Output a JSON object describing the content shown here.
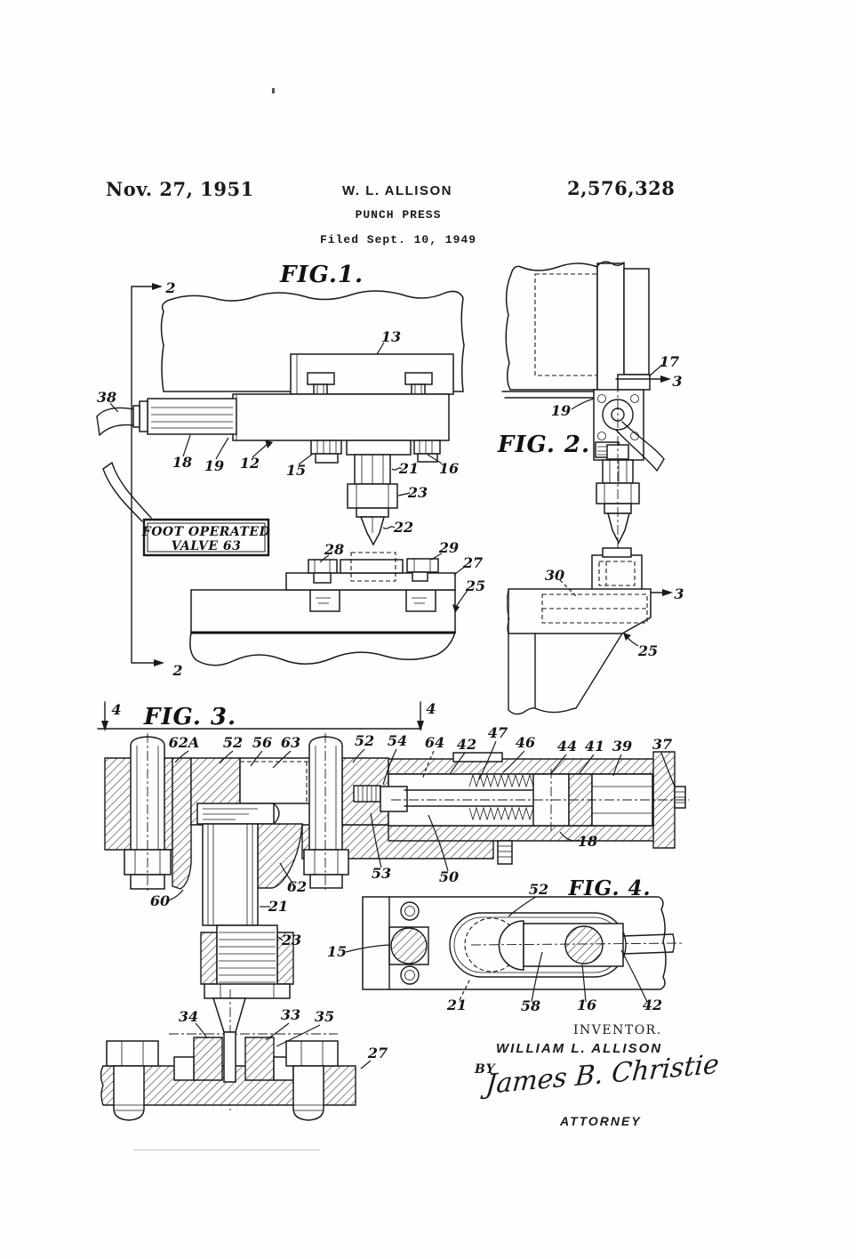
{
  "header": {
    "date": "Nov. 27, 1951",
    "author": "W. L. ALLISON",
    "patent_number": "2,576,328",
    "doc_title": "PUNCH PRESS",
    "filed": "Filed Sept. 10, 1949"
  },
  "fig1": {
    "title": "FIG.1.",
    "section_marker_top": "2",
    "section_marker_bottom": "2",
    "valve_box_line1": "FOOT OPERATED",
    "valve_box_line2": "VALVE 63",
    "labels": {
      "l13": "13",
      "l38": "38",
      "l18": "18",
      "l19": "19",
      "l12": "12",
      "l15": "15",
      "l21": "21",
      "l16": "16",
      "l23": "23",
      "l22": "22",
      "l28": "28",
      "l29": "29",
      "l27": "27",
      "l25": "25"
    }
  },
  "fig2": {
    "title": "FIG. 2.",
    "labels": {
      "l17": "17",
      "l3top": "3",
      "l19": "19",
      "l30": "30",
      "l3bot": "3",
      "l25": "25"
    }
  },
  "fig3": {
    "title": "FIG. 3.",
    "section_marker_left": "4",
    "section_marker_right": "4",
    "labels": {
      "l62A": "62A",
      "l52a": "52",
      "l56": "56",
      "l63": "63",
      "l52b": "52",
      "l54": "54",
      "l64": "64",
      "l42": "42",
      "l47": "47",
      "l46": "46",
      "l44": "44",
      "l41": "41",
      "l39": "39",
      "l37": "37",
      "l18": "18",
      "l53": "53",
      "l50": "50",
      "l60": "60",
      "l62": "62",
      "l21": "21",
      "l23": "23",
      "l34": "34",
      "l33": "33",
      "l35": "35",
      "l27": "27"
    }
  },
  "fig4": {
    "title": "FIG. 4.",
    "labels": {
      "l52": "52",
      "l15": "15",
      "l21": "21",
      "l58": "58",
      "l16": "16",
      "l42": "42"
    }
  },
  "signature": {
    "inventor_caption": "INVENTOR.",
    "inventor_name": "WILLIAM  L. ALLISON",
    "by_label": "BY",
    "signature_name": "James B. Christie",
    "attorney_caption": "ATTORNEY"
  },
  "ink_color": "#1a1a1a",
  "paper_color": "#fefefc"
}
